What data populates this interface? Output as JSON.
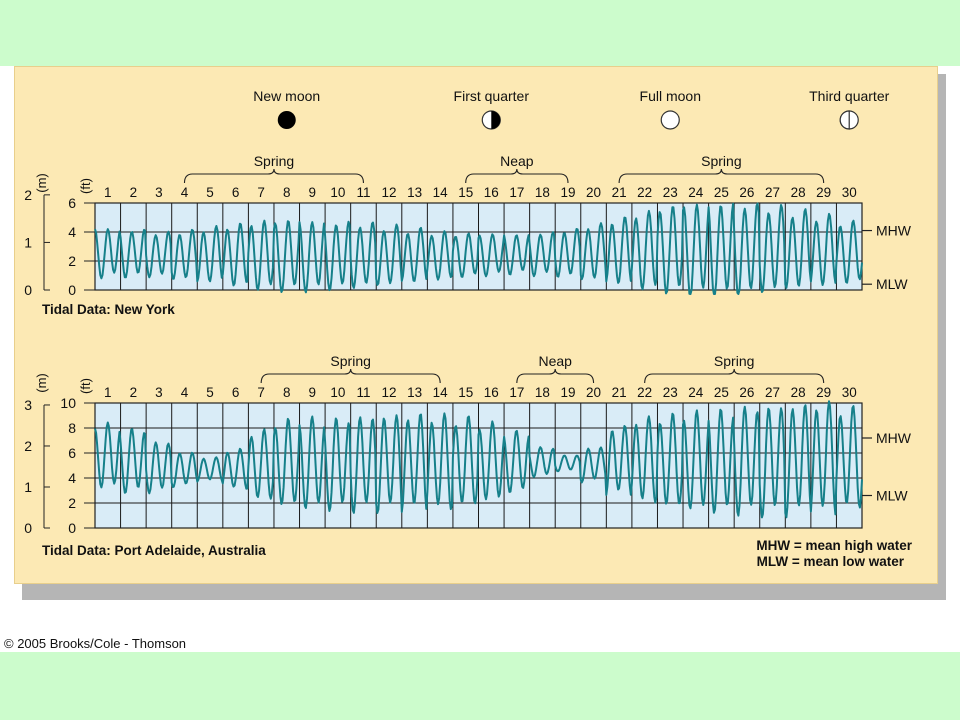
{
  "copyright": "© 2005 Brooks/Cole - Thomson",
  "colors": {
    "background": "#ccfccc",
    "panel": "#fce9b4",
    "plot_fill": "#d9ecf7",
    "tide_line": "#16808a",
    "dark_phase": "#000000"
  },
  "moon_phases": [
    {
      "label": "New moon",
      "day": 8,
      "icon": "new-moon-icon"
    },
    {
      "label": "First quarter",
      "day": 16,
      "icon": "first-quarter-moon-icon"
    },
    {
      "label": "Full moon",
      "day": 23,
      "icon": "full-moon-icon"
    },
    {
      "label": "Third quarter",
      "day": 30,
      "icon": "third-quarter-moon-icon"
    }
  ],
  "legend": {
    "mhw": "MHW = mean high water",
    "mlw": "MLW = mean low water"
  },
  "chart_data": [
    {
      "type": "line",
      "title": "Tidal Data: New York",
      "days": [
        1,
        2,
        3,
        4,
        5,
        6,
        7,
        8,
        9,
        10,
        11,
        12,
        13,
        14,
        15,
        16,
        17,
        18,
        19,
        20,
        21,
        22,
        23,
        24,
        25,
        26,
        27,
        28,
        29,
        30
      ],
      "xlim": [
        0.5,
        30.5
      ],
      "y_ft_ticks": [
        "0",
        "2",
        "4",
        "6"
      ],
      "y_m_ticks": [
        "0",
        "1",
        "2"
      ],
      "ylim_ft": [
        0,
        6
      ],
      "ylim_m": [
        0,
        2
      ],
      "y_unit_ft": "(ft)",
      "y_unit_m": "(m)",
      "reference_lines": [
        {
          "label": "MHW",
          "value_ft": 4.1
        },
        {
          "label": "MLW",
          "value_ft": 0.4
        }
      ],
      "periods": [
        {
          "label": "Spring",
          "start_day": 4,
          "end_day": 11
        },
        {
          "label": "Neap",
          "start_day": 15,
          "end_day": 19
        },
        {
          "label": "Spring",
          "start_day": 21,
          "end_day": 29
        }
      ],
      "tide_cycles_per_day": 2,
      "daily_high_ft": [
        4.2,
        4.1,
        3.9,
        4.0,
        4.2,
        4.4,
        4.6,
        4.7,
        4.7,
        4.6,
        4.5,
        4.3,
        4.1,
        3.9,
        3.8,
        3.8,
        3.8,
        3.9,
        4.1,
        4.4,
        4.8,
        5.2,
        5.6,
        5.8,
        5.9,
        5.8,
        5.6,
        5.3,
        5.0,
        4.6
      ],
      "daily_low_ft": [
        1.0,
        1.0,
        1.0,
        0.8,
        0.6,
        0.4,
        0.2,
        0.1,
        0.1,
        0.2,
        0.3,
        0.4,
        0.6,
        0.8,
        1.0,
        1.1,
        1.2,
        1.1,
        1.0,
        0.8,
        0.5,
        0.2,
        0.0,
        -0.2,
        -0.3,
        -0.2,
        0.0,
        0.2,
        0.4,
        0.6
      ]
    },
    {
      "type": "line",
      "title": "Tidal Data: Port Adelaide, Australia",
      "days": [
        1,
        2,
        3,
        4,
        5,
        6,
        7,
        8,
        9,
        10,
        11,
        12,
        13,
        14,
        15,
        16,
        17,
        18,
        19,
        20,
        21,
        22,
        23,
        24,
        25,
        26,
        27,
        28,
        29,
        30
      ],
      "xlim": [
        0.5,
        30.5
      ],
      "y_ft_ticks": [
        "0",
        "2",
        "4",
        "6",
        "8",
        "10"
      ],
      "y_m_ticks": [
        "0",
        "1",
        "2",
        "3"
      ],
      "ylim_ft": [
        0,
        10
      ],
      "ylim_m": [
        0,
        3
      ],
      "y_unit_ft": "(ft)",
      "y_unit_m": "(m)",
      "reference_lines": [
        {
          "label": "MHW",
          "value_ft": 7.2
        },
        {
          "label": "MLW",
          "value_ft": 2.6
        }
      ],
      "periods": [
        {
          "label": "Spring",
          "start_day": 7,
          "end_day": 14
        },
        {
          "label": "Neap",
          "start_day": 17,
          "end_day": 20
        },
        {
          "label": "Spring",
          "start_day": 22,
          "end_day": 29
        }
      ],
      "tide_cycles_per_day": 2,
      "daily_high_ft": [
        8.2,
        7.8,
        6.8,
        6.0,
        5.6,
        6.2,
        7.6,
        8.4,
        8.6,
        8.6,
        8.8,
        8.9,
        8.9,
        8.8,
        8.6,
        8.2,
        7.6,
        6.4,
        5.8,
        6.4,
        8.0,
        8.6,
        8.8,
        9.0,
        9.2,
        9.5,
        9.6,
        9.7,
        9.8,
        9.4
      ],
      "daily_low_ft": [
        3.4,
        3.0,
        3.0,
        3.4,
        3.8,
        3.2,
        2.4,
        2.0,
        1.8,
        1.7,
        1.6,
        1.6,
        1.6,
        1.7,
        2.0,
        2.4,
        3.0,
        4.2,
        4.6,
        3.8,
        2.8,
        2.2,
        1.9,
        1.7,
        1.5,
        1.4,
        1.3,
        1.3,
        1.4,
        1.8
      ]
    }
  ]
}
